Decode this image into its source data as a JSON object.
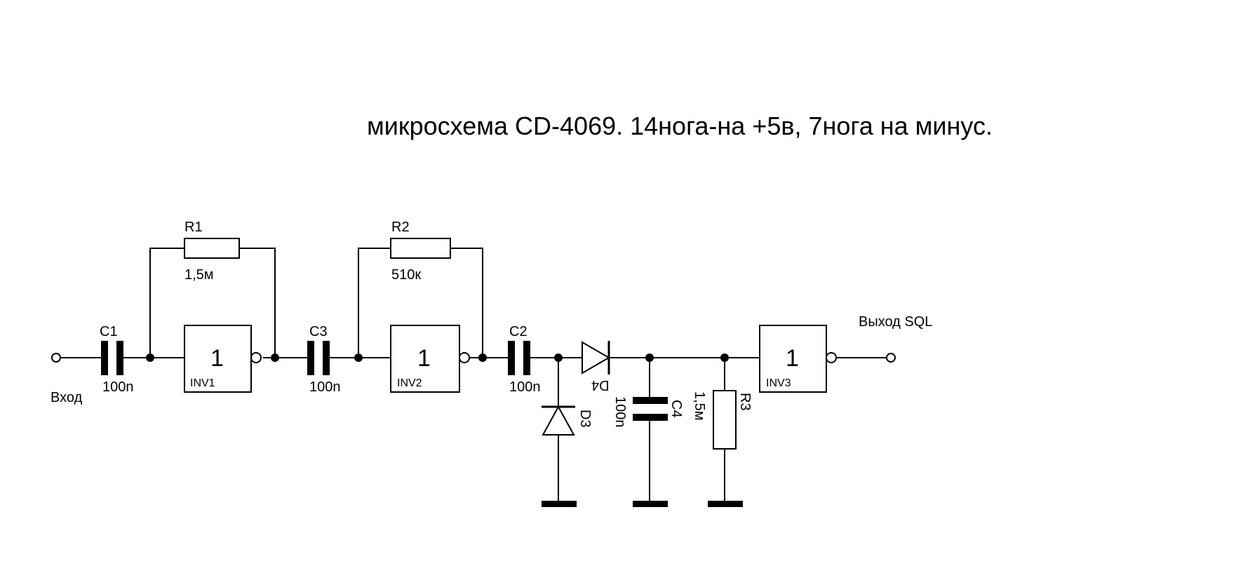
{
  "title": "микросхема  CD-4069. 14нога-на +5в, 7нога на минус.",
  "terminals": {
    "input_label": "Вход",
    "output_label": "Выход SQL"
  },
  "gates": [
    {
      "symbol": "1",
      "ref": "INV1"
    },
    {
      "symbol": "1",
      "ref": "INV2"
    },
    {
      "symbol": "1",
      "ref": "INV3"
    }
  ],
  "capacitors": [
    {
      "ref": "C1",
      "value": "100n"
    },
    {
      "ref": "C3",
      "value": "100n"
    },
    {
      "ref": "C2",
      "value": "100n"
    },
    {
      "ref": "C4",
      "value": "100n"
    }
  ],
  "resistors": [
    {
      "ref": "R1",
      "value": "1,5м"
    },
    {
      "ref": "R2",
      "value": "510к"
    },
    {
      "ref": "R3",
      "value": "1,5м"
    }
  ],
  "diodes": [
    {
      "ref": "D4"
    },
    {
      "ref": "D3"
    }
  ]
}
